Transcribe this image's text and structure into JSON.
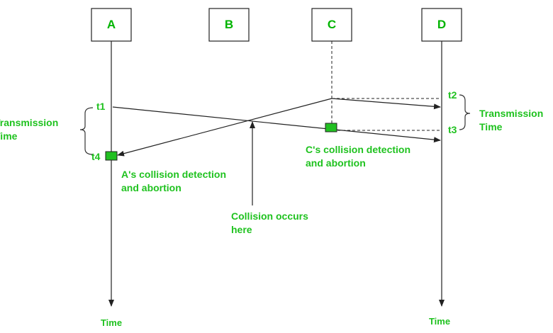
{
  "nodes": [
    "A",
    "B",
    "C",
    "D"
  ],
  "time_markers": {
    "t1": "t1",
    "t2": "t2",
    "t3": "t3",
    "t4": "t4"
  },
  "axis_label": "Time",
  "transmission_left": {
    "line1": "Transmission",
    "line2": "Time"
  },
  "transmission_right": {
    "line1": "Transmission",
    "line2": "Time"
  },
  "a_detection": {
    "line1": "A's collision detection",
    "line2": "and abortion"
  },
  "c_detection": {
    "line1": "C's collision detection",
    "line2": "and abortion"
  },
  "collision": {
    "line1": "Collision occurs",
    "line2": "here"
  },
  "colors": {
    "label_green": "#1fc21f",
    "node_green": "#00b400",
    "box_fill": "#22c022",
    "line": "#333333"
  }
}
